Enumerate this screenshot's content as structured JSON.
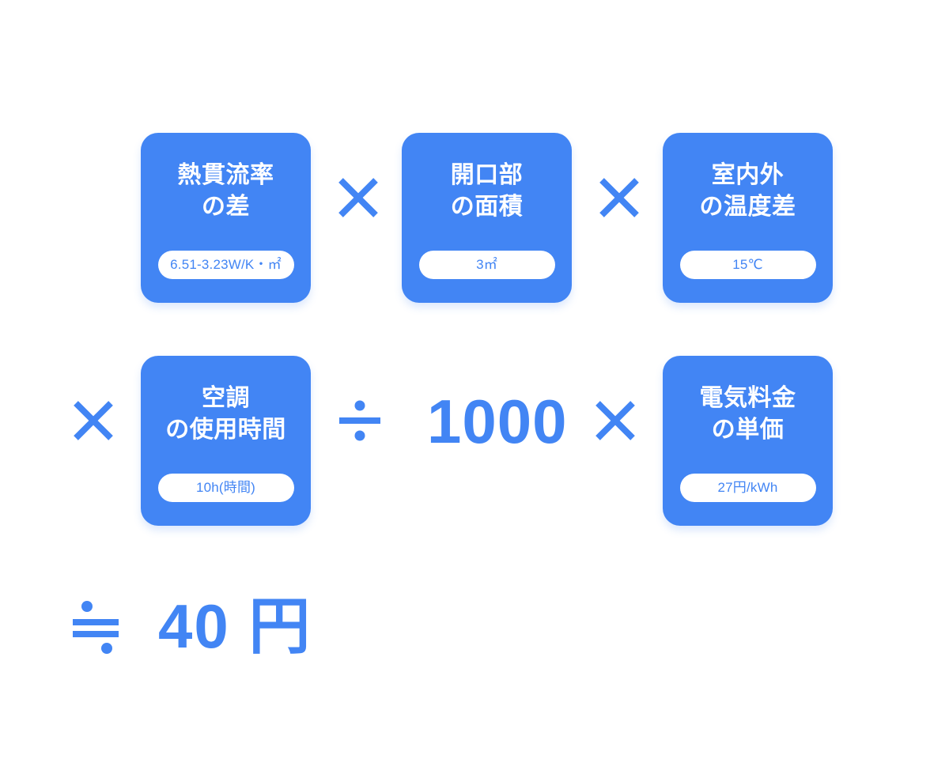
{
  "theme": {
    "accent": "#4285f4",
    "card_bg": "#4285f4",
    "badge_bg": "#ffffff",
    "badge_text": "#4285f4",
    "page_bg": "#ffffff",
    "title_text": "#ffffff"
  },
  "formula": {
    "description": "Air-conditioning energy cost estimation formula",
    "cards": [
      {
        "id": "heat-transmission-difference",
        "title": "熱貫流率\nの差",
        "title_line1": "熱貫流率",
        "title_line2": "の差",
        "badge": "6.51-3.23W/K・㎡"
      },
      {
        "id": "opening-area",
        "title": "開口部\nの面積",
        "title_line1": "開口部",
        "title_line2": "の面積",
        "badge": "3㎡"
      },
      {
        "id": "indoor-outdoor-temperature-difference",
        "title": "室内外\nの温度差",
        "title_line1": "室内外",
        "title_line2": "の温度差",
        "badge": "15℃"
      },
      {
        "id": "air-conditioner-usage-time",
        "title": "空調\nの使用時間",
        "title_line1": "空調",
        "title_line2": "の使用時間",
        "badge": "10h(時間)"
      },
      {
        "id": "electricity-unit-price",
        "title": "電気料金\nの単価",
        "title_line1": "電気料金",
        "title_line2": "の単価",
        "badge": "27円/kWh"
      }
    ],
    "operators": {
      "multiply": "×",
      "divide": "÷",
      "approximately_equal": "≒"
    },
    "divisor": "1000",
    "result": {
      "value": "40",
      "unit": "円",
      "text": "40 円"
    }
  },
  "icons": {
    "multiply": "multiply-icon",
    "divide": "divide-icon",
    "approx": "approximately-equal-icon"
  }
}
